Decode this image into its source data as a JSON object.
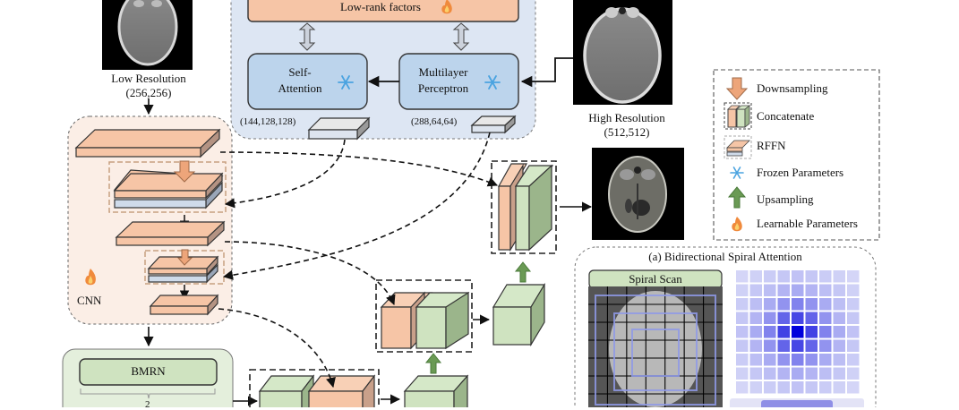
{
  "inputs": {
    "low_res": {
      "label": "Low Resolution",
      "size": "(256,256)"
    },
    "high_res": {
      "label": "High Resolution",
      "size": "(512,512)"
    }
  },
  "foundation_model": {
    "low_rank": "Low-rank factors",
    "self_attention": "Self-\nAttention",
    "self_attention_line1": "Self-",
    "self_attention_line2": "Attention",
    "mlp_line1": "Multilayer",
    "mlp_line2": "Perceptron",
    "feat1_shape": "(144,128,128)",
    "feat2_shape": "(288,64,64)"
  },
  "cnn": {
    "label": "CNN"
  },
  "bmrn": {
    "label": "BMRN",
    "repeat": "2"
  },
  "legend": {
    "items": [
      {
        "icon": "downsampling-arrow-icon",
        "label": "Downsampling"
      },
      {
        "icon": "concatenate-icon",
        "label": "Concatenate"
      },
      {
        "icon": "rffn-icon",
        "label": "RFFN"
      },
      {
        "icon": "snowflake-icon",
        "label": "Frozen Parameters"
      },
      {
        "icon": "upsampling-arrow-icon",
        "label": "Upsampling"
      },
      {
        "icon": "flame-icon",
        "label": "Learnable Parameters"
      }
    ]
  },
  "spiral": {
    "title": "(a) Bidirectional Spiral Attention",
    "scan_label": "Spiral Scan",
    "heatmap_intensity": [
      [
        0.1,
        0.12,
        0.14,
        0.16,
        0.18,
        0.16,
        0.14,
        0.12,
        0.1
      ],
      [
        0.12,
        0.16,
        0.2,
        0.24,
        0.28,
        0.24,
        0.2,
        0.16,
        0.12
      ],
      [
        0.14,
        0.2,
        0.28,
        0.38,
        0.45,
        0.38,
        0.28,
        0.2,
        0.14
      ],
      [
        0.16,
        0.24,
        0.38,
        0.58,
        0.7,
        0.58,
        0.38,
        0.24,
        0.16
      ],
      [
        0.18,
        0.28,
        0.45,
        0.72,
        1.0,
        0.72,
        0.45,
        0.28,
        0.18
      ],
      [
        0.16,
        0.24,
        0.38,
        0.58,
        0.7,
        0.58,
        0.38,
        0.24,
        0.16
      ],
      [
        0.14,
        0.2,
        0.28,
        0.38,
        0.45,
        0.38,
        0.28,
        0.2,
        0.14
      ],
      [
        0.12,
        0.16,
        0.2,
        0.24,
        0.28,
        0.24,
        0.2,
        0.16,
        0.12
      ],
      [
        0.1,
        0.12,
        0.14,
        0.16,
        0.18,
        0.16,
        0.14,
        0.12,
        0.1
      ]
    ]
  },
  "colors": {
    "peach": "#f6c5a6",
    "peach_dark": "#c9a08a",
    "green": "#cfe3c0",
    "green_dark": "#9bb58b",
    "blue_panel": "#dde6f3",
    "blue_box": "#bcd4ec",
    "cnn_bg": "#fbeee6",
    "bmrn_bg": "#e4efdc",
    "arrow_green": "#6a9a54",
    "arrow_orange": "#eda57a"
  }
}
